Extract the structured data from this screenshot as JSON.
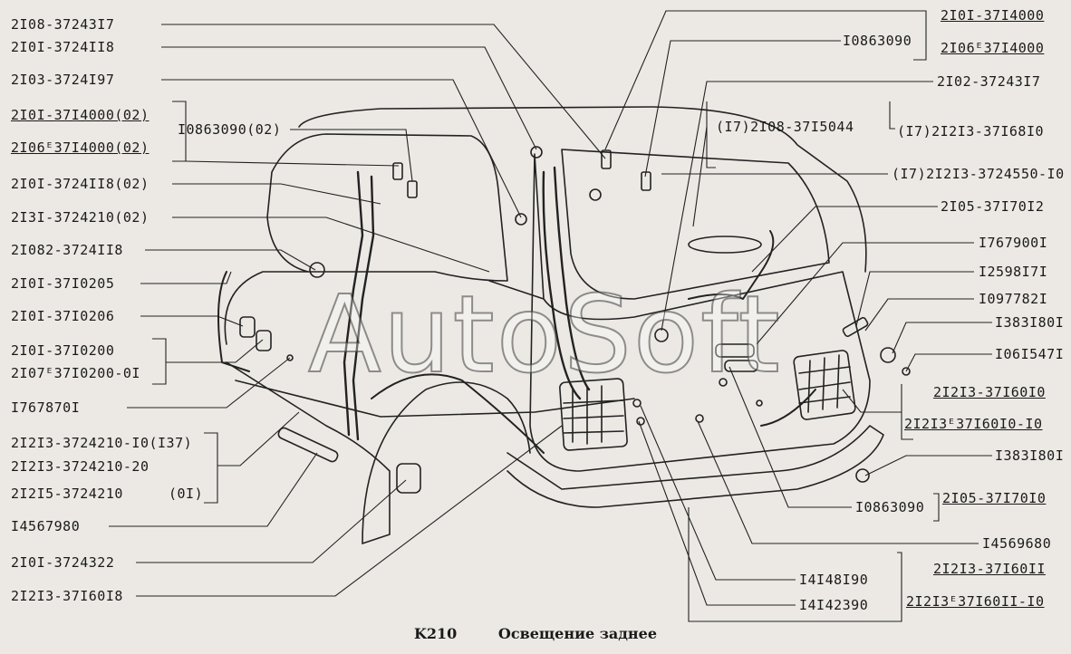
{
  "caption": {
    "code": "K210",
    "title": "Освещение заднее"
  },
  "watermark": "AutoSoft",
  "labels": {
    "l01": "2I08-37243I7",
    "l02": "2I0I-3724II8",
    "l03": "2I03-3724I97",
    "l04": "2I0I-37I4000(02)",
    "l05": "2I06ᴱ37I4000(02)",
    "l06": "I0863090(02)",
    "l07": "2I0I-3724II8(02)",
    "l08": "2I3I-3724210(02)",
    "l09": "2I082-3724II8",
    "l10": "2I0I-37I0205",
    "l11": "2I0I-37I0206",
    "l12": "2I0I-37I0200",
    "l13": "2I07ᴱ37I0200-0I",
    "l14": "I767870I",
    "l15": "2I2I3-3724210-I0(I37)",
    "l16": "2I2I3-3724210-20",
    "l17": "2I2I5-3724210",
    "l18": "(0I)",
    "l19": "I4567980",
    "l20": "2I0I-3724322",
    "l21": "2I2I3-37I60I8",
    "r01": "2I0I-37I4000",
    "r02": "2I06ᴱ37I4000",
    "r03": "I0863090",
    "r04": "2I02-37243I7",
    "r05": "(I7)2I08-37I5044",
    "r06": "(I7)2I2I3-37I68I0",
    "r07": "(I7)2I2I3-3724550-I0",
    "r08": "2I05-37I70I2",
    "r09": "I767900I",
    "r10": "I2598I7I",
    "r11": "I097782I",
    "r12": "I383I80I",
    "r13": "I06I547I",
    "r14": "2I2I3-37I60I0",
    "r15": "2I2I3ᴱ37I60I0-I0",
    "r16": "I383I80I",
    "r17": "I0863090",
    "r18": "2I05-37I70I0",
    "r19": "I4569680",
    "r20": "2I2I3-37I60II",
    "r21": "2I2I3ᴱ37I60II-I0",
    "r22": "I4I48I90",
    "r23": "I4I42390"
  }
}
